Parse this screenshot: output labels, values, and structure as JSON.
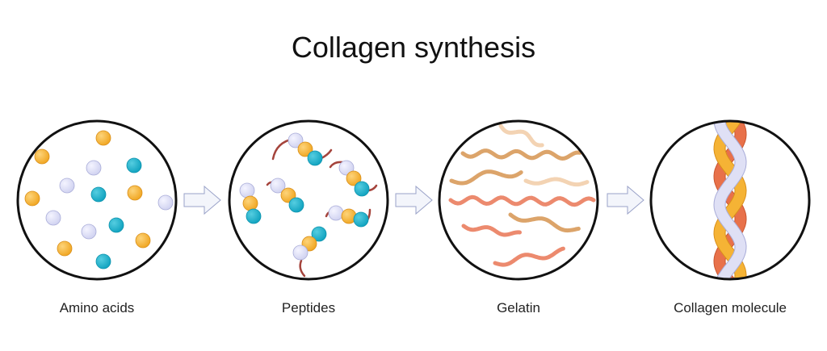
{
  "title": "Collagen synthesis",
  "stages": [
    {
      "label": "Amino acids"
    },
    {
      "label": "Peptides"
    },
    {
      "label": "Gelatin"
    },
    {
      "label": "Collagen molecule"
    }
  ],
  "colors": {
    "orange": "#f5b335",
    "lavender": "#dfe0f5",
    "teal": "#1fb1cc",
    "tan": "#dca46a",
    "pale": "#f3d3b3",
    "salmon": "#ec8a6e",
    "red_strand": "#e8714a",
    "tail": "#a5443c"
  }
}
